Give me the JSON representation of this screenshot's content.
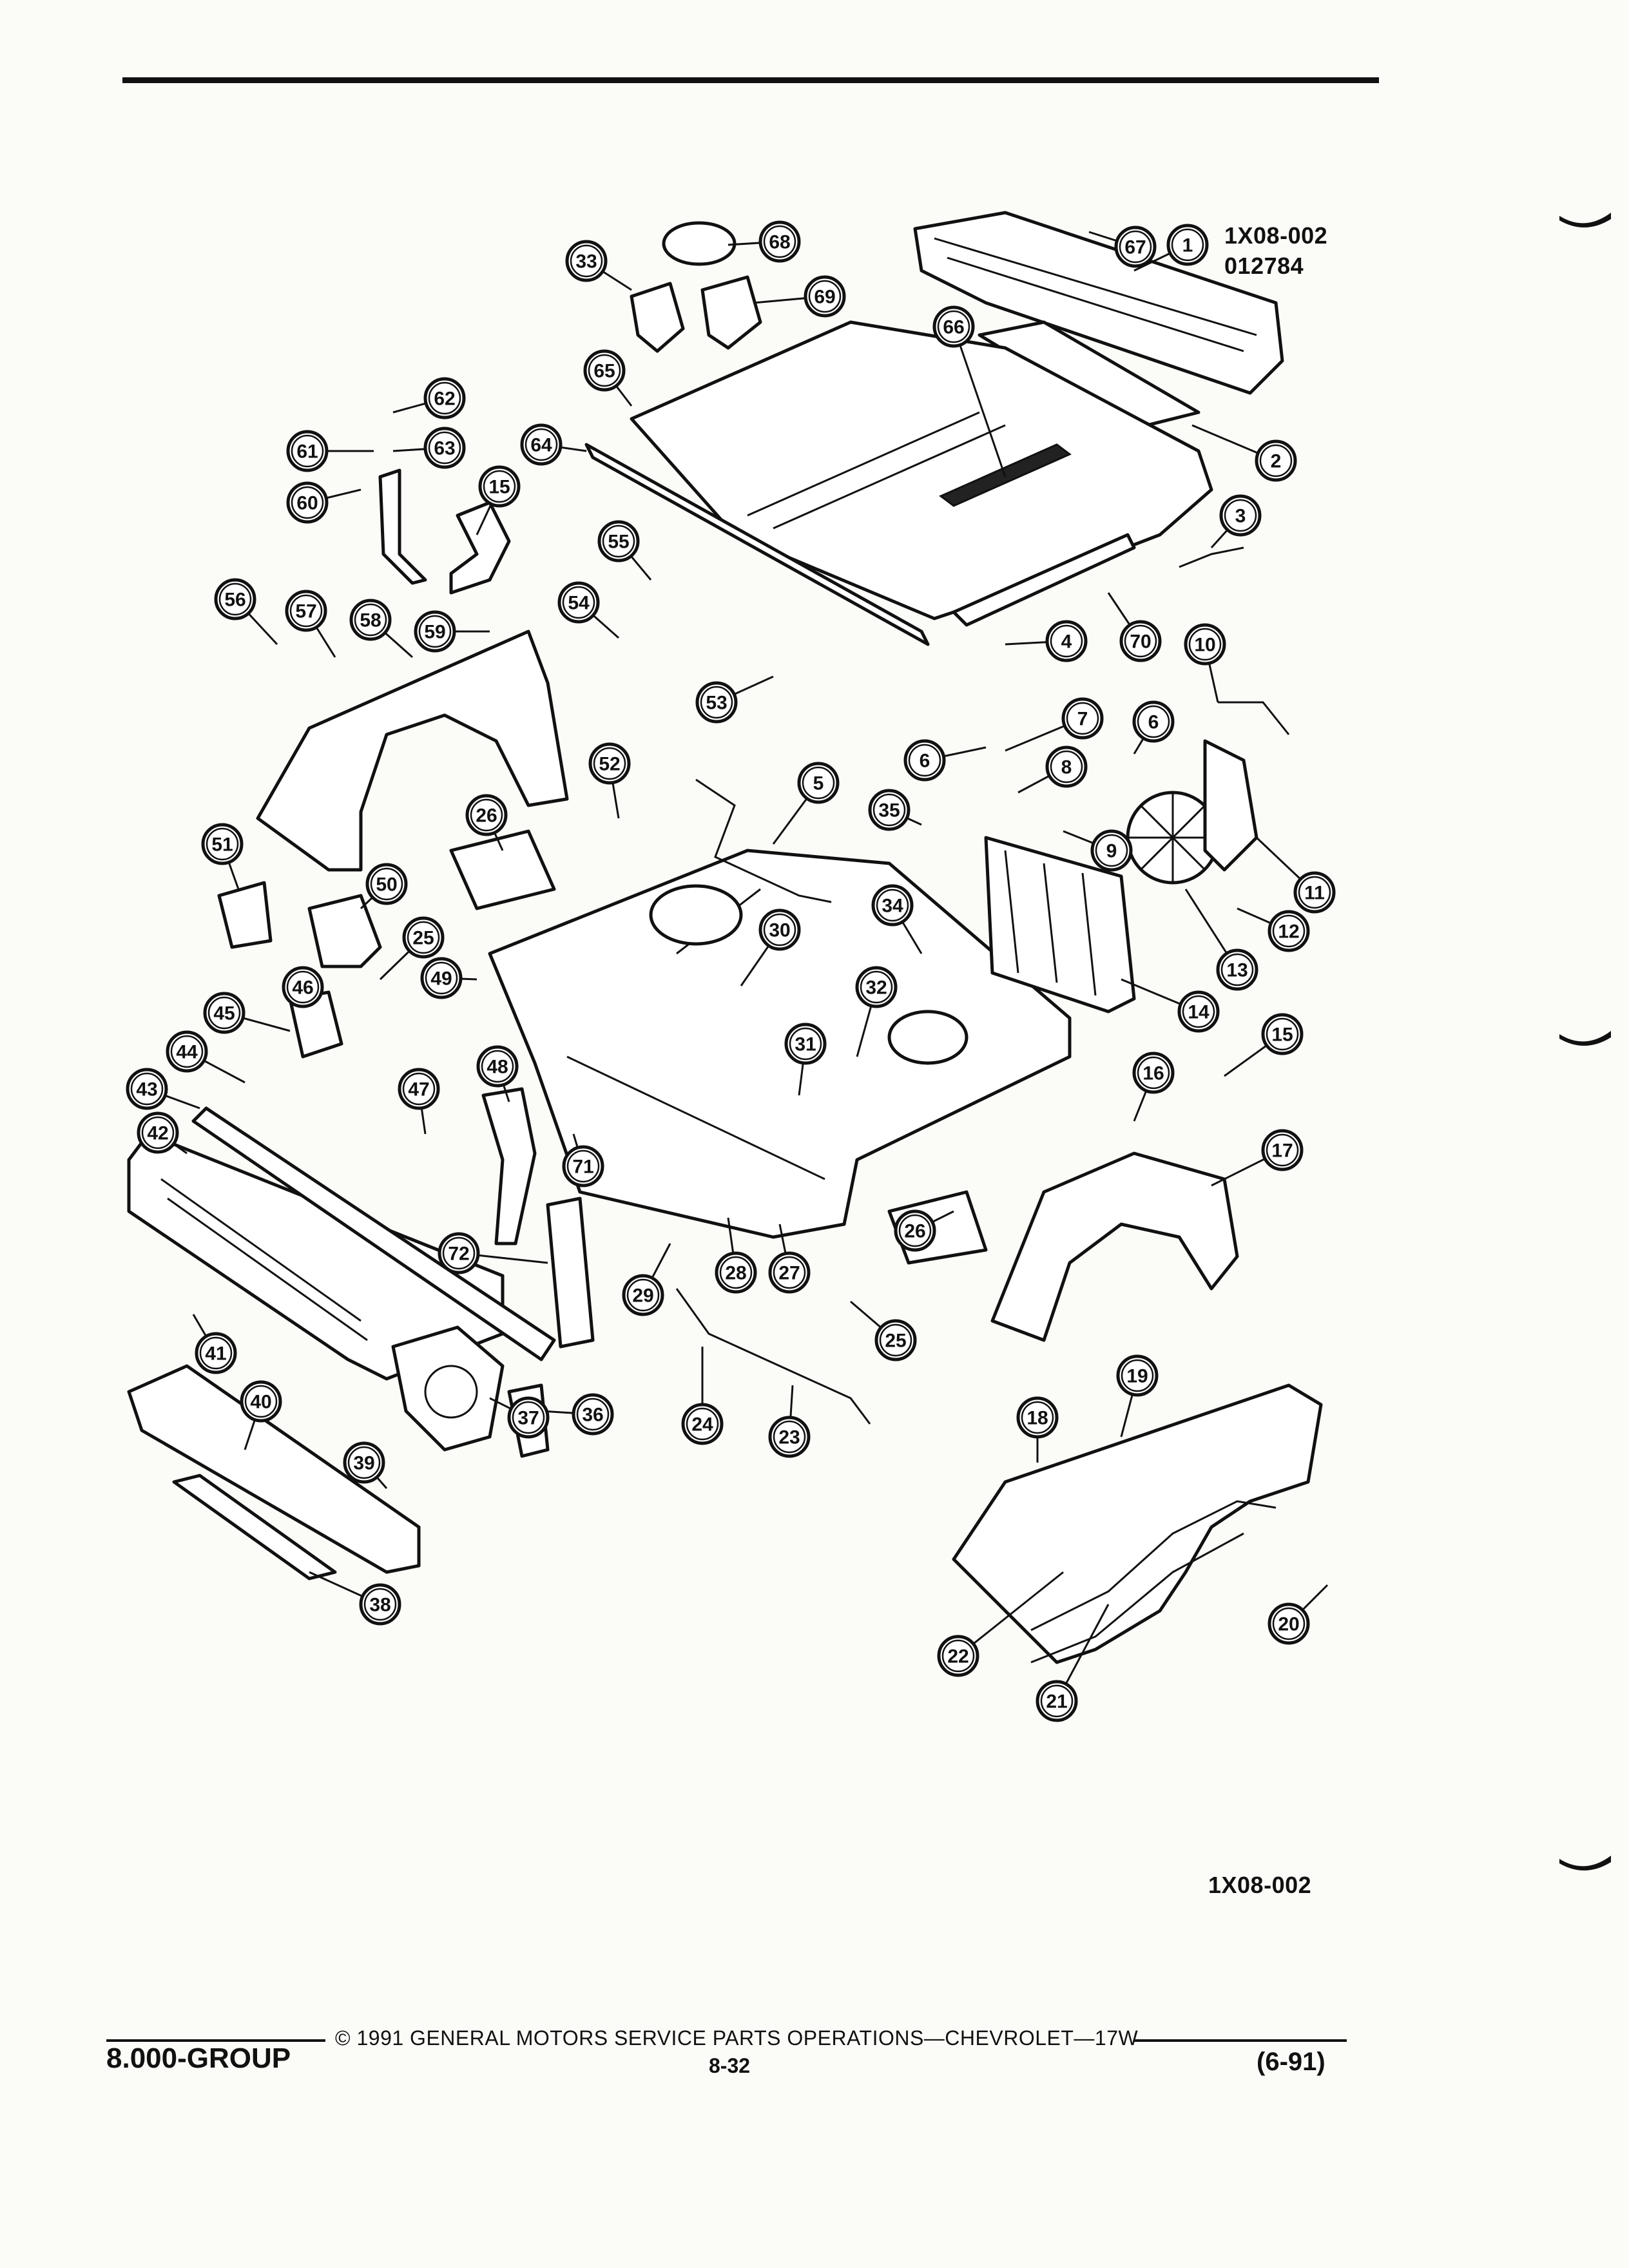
{
  "figure": {
    "id_top": "1X08-002",
    "code": "012784",
    "id_bottom": "1X08-002"
  },
  "callouts": [
    "1",
    "2",
    "3",
    "4",
    "5",
    "6",
    "6",
    "7",
    "8",
    "9",
    "10",
    "11",
    "12",
    "13",
    "14",
    "15",
    "15",
    "16",
    "17",
    "18",
    "19",
    "20",
    "21",
    "22",
    "23",
    "24",
    "25",
    "25",
    "26",
    "26",
    "27",
    "28",
    "29",
    "30",
    "31",
    "32",
    "33",
    "34",
    "35",
    "36",
    "37",
    "38",
    "39",
    "40",
    "41",
    "42",
    "43",
    "44",
    "45",
    "46",
    "47",
    "48",
    "49",
    "50",
    "51",
    "52",
    "53",
    "54",
    "55",
    "56",
    "57",
    "58",
    "59",
    "60",
    "61",
    "62",
    "63",
    "64",
    "65",
    "66",
    "67",
    "68",
    "69",
    "70",
    "71",
    "72"
  ],
  "footer": {
    "group": "8.000-GROUP",
    "copyright": "© 1991 GENERAL MOTORS SERVICE PARTS OPERATIONS—CHEVROLET—17W",
    "page": "8-32",
    "revision": "(6-91)"
  }
}
